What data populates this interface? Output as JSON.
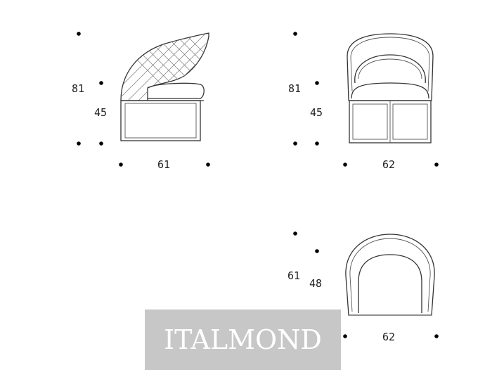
{
  "side_view": {
    "height": "81",
    "seat_height": "45",
    "depth": "61"
  },
  "front_view": {
    "height": "81",
    "seat_height": "45",
    "width": "62"
  },
  "top_view": {
    "depth": "61",
    "seat_depth": "48",
    "width": "62"
  },
  "watermark": {
    "text": "ITALMOND"
  }
}
